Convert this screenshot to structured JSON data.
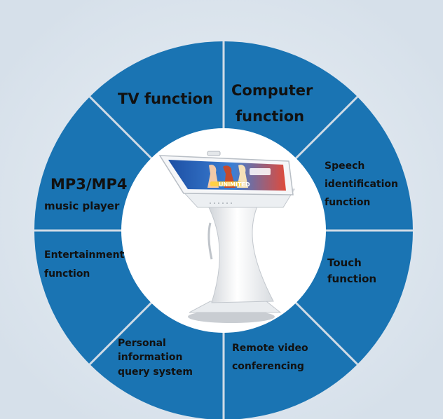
{
  "colors": {
    "background": "#dde6ee",
    "wheel": "#1a74b3",
    "divider": "#d0dbe6",
    "center": "#ffffff"
  },
  "segments": {
    "tv": {
      "label": "TV function"
    },
    "computer": {
      "line1": "Computer",
      "line2": "function"
    },
    "speech": {
      "line1": "Speech",
      "line2": "identification",
      "line3": "function"
    },
    "touch": {
      "line1": "Touch",
      "line2": "function"
    },
    "video": {
      "line1": "Remote video",
      "line2": "conferencing"
    },
    "query": {
      "line1": "Personal",
      "line2": "information",
      "line3": "query system"
    },
    "entertainment": {
      "line1": "Entertainment",
      "line2": "function"
    },
    "mp3": {
      "line1": "MP3/MP4",
      "line2": "music player"
    }
  },
  "product_image": {
    "icon": "kiosk-icon",
    "screen_text": "UNIMITED"
  }
}
